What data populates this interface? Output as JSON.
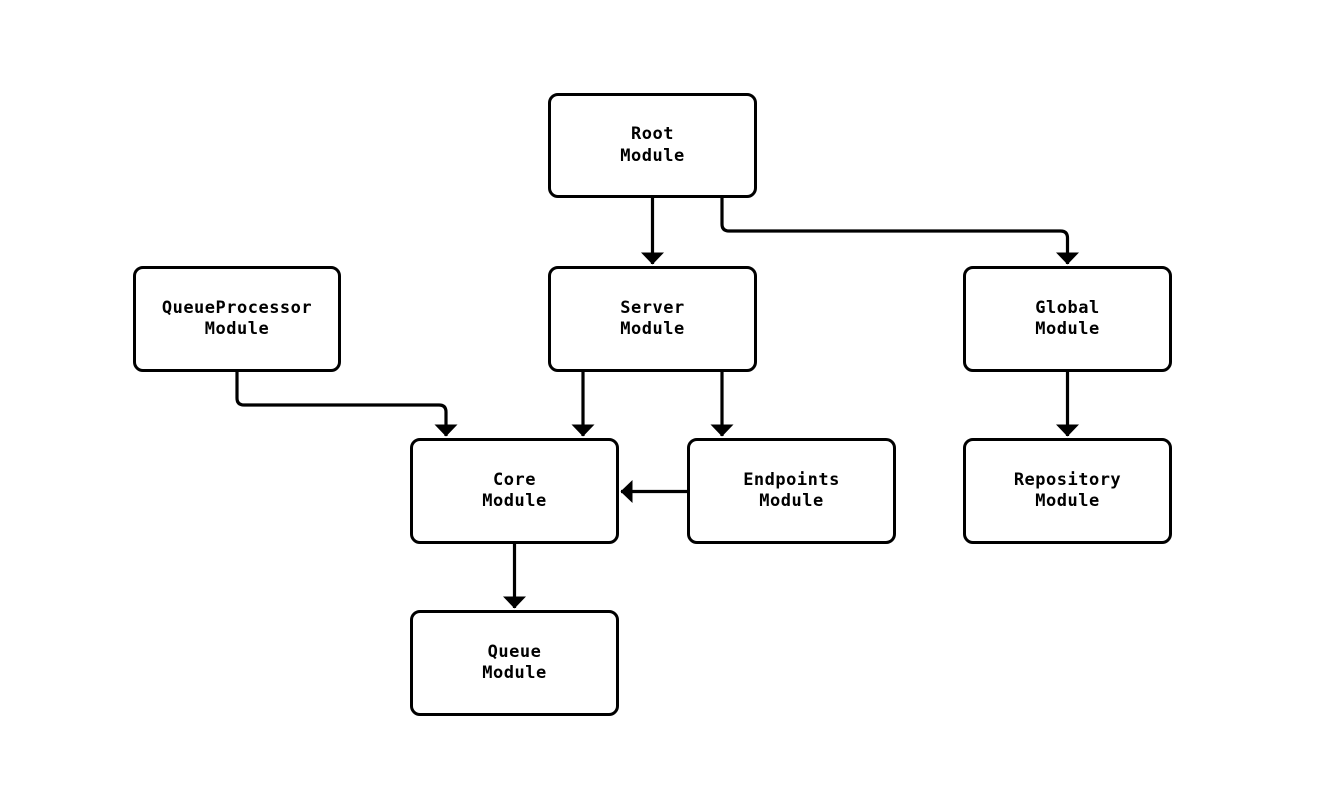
{
  "diagram": {
    "type": "flowchart",
    "description": "Module dependency diagram with rounded-rectangle nodes connected by black orthogonal arrows",
    "background_color": "#ffffff",
    "node_fill_color": "#ffffff",
    "node_border_color": "#000000",
    "edge_color": "#000000",
    "text_color": "#000000",
    "nodes": [
      {
        "id": "root",
        "label": "Root\nModule"
      },
      {
        "id": "queueprocessor",
        "label": "QueueProcessor\nModule"
      },
      {
        "id": "server",
        "label": "Server\nModule"
      },
      {
        "id": "global",
        "label": "Global\nModule"
      },
      {
        "id": "core",
        "label": "Core\nModule"
      },
      {
        "id": "endpoints",
        "label": "Endpoints\nModule"
      },
      {
        "id": "repository",
        "label": "Repository\nModule"
      },
      {
        "id": "queue",
        "label": "Queue\nModule"
      }
    ],
    "edges": [
      {
        "from": "root",
        "to": "server"
      },
      {
        "from": "root",
        "to": "global"
      },
      {
        "from": "queueprocessor",
        "to": "core"
      },
      {
        "from": "server",
        "to": "core"
      },
      {
        "from": "server",
        "to": "endpoints"
      },
      {
        "from": "endpoints",
        "to": "core"
      },
      {
        "from": "global",
        "to": "repository"
      },
      {
        "from": "core",
        "to": "queue"
      }
    ]
  }
}
